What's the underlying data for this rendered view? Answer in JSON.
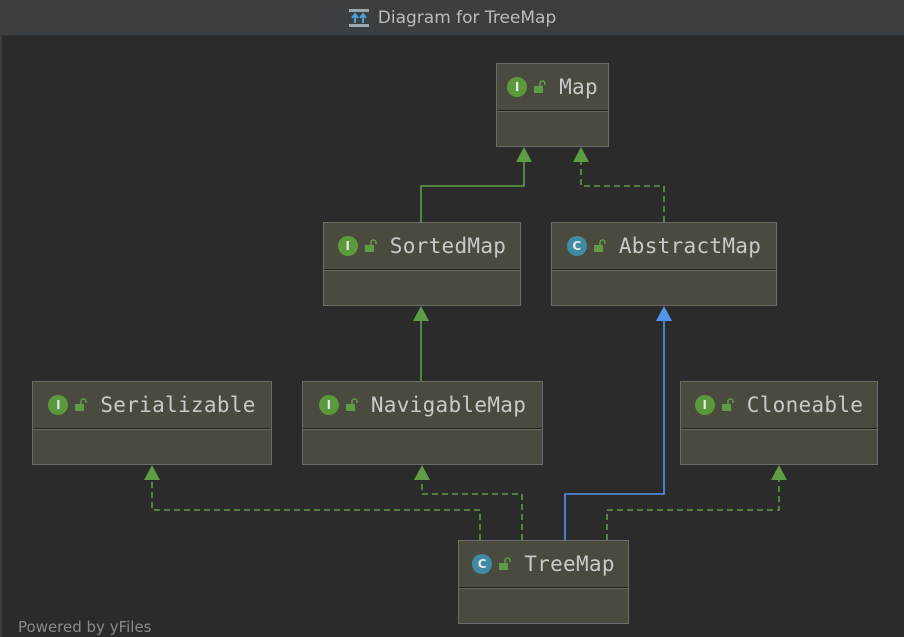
{
  "window": {
    "title": "Diagram for TreeMap"
  },
  "footer": {
    "text": "Powered by yFiles"
  },
  "nodes": [
    {
      "id": "Map",
      "kind": "interface",
      "badge": "I",
      "name": "Map"
    },
    {
      "id": "SortedMap",
      "kind": "interface",
      "badge": "I",
      "name": "SortedMap"
    },
    {
      "id": "AbstractMap",
      "kind": "abstract-class",
      "badge": "C",
      "name": "AbstractMap"
    },
    {
      "id": "Serializable",
      "kind": "interface",
      "badge": "I",
      "name": "Serializable"
    },
    {
      "id": "NavigableMap",
      "kind": "interface",
      "badge": "I",
      "name": "NavigableMap"
    },
    {
      "id": "Cloneable",
      "kind": "interface",
      "badge": "I",
      "name": "Cloneable"
    },
    {
      "id": "TreeMap",
      "kind": "class",
      "badge": "C",
      "name": "TreeMap"
    }
  ],
  "edges": [
    {
      "from": "SortedMap",
      "to": "Map",
      "type": "extends"
    },
    {
      "from": "AbstractMap",
      "to": "Map",
      "type": "implements"
    },
    {
      "from": "NavigableMap",
      "to": "SortedMap",
      "type": "extends"
    },
    {
      "from": "TreeMap",
      "to": "AbstractMap",
      "type": "extends-class"
    },
    {
      "from": "TreeMap",
      "to": "Serializable",
      "type": "implements"
    },
    {
      "from": "TreeMap",
      "to": "NavigableMap",
      "type": "implements"
    },
    {
      "from": "TreeMap",
      "to": "Cloneable",
      "type": "implements"
    }
  ],
  "colors": {
    "background": "#2b2b2b",
    "node_fill": "#4b4a3e",
    "interface_badge": "#5b9a3c",
    "class_badge": "#3e8ba3",
    "extends_edge": "#5e9c46",
    "implements_edge": "#5e9c46",
    "class_extends_edge": "#5394ec"
  }
}
